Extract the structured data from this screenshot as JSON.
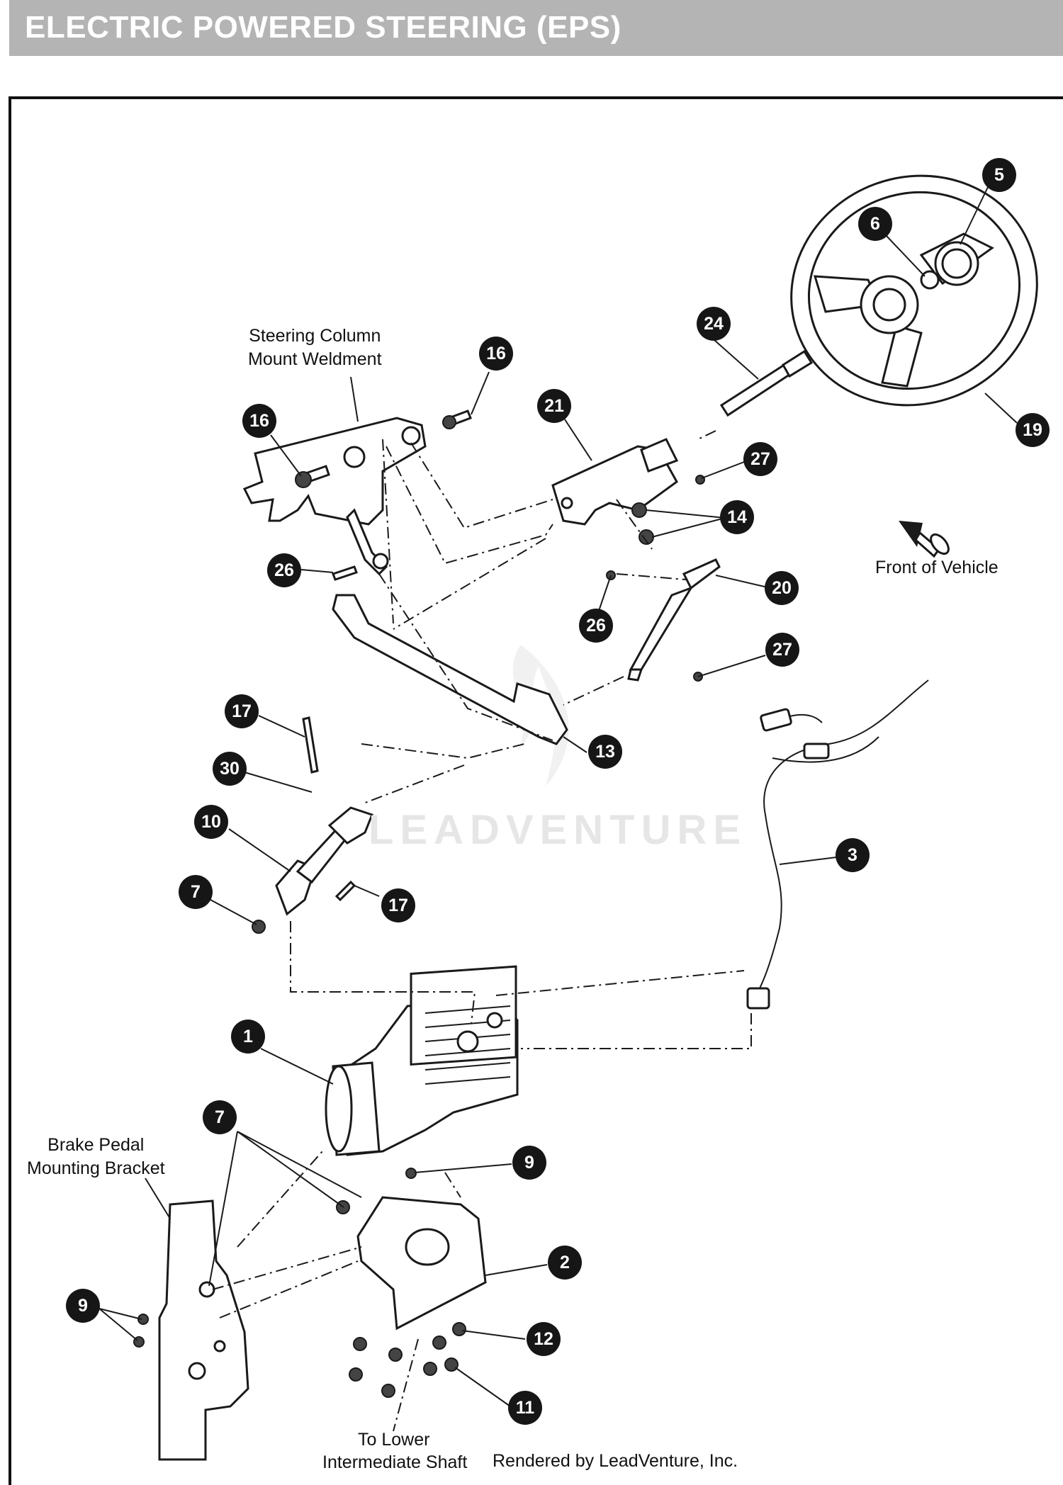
{
  "header": {
    "title": "ELECTRIC POWERED STEERING (EPS)"
  },
  "labels": {
    "steering_column_mount_line1": "Steering Column",
    "steering_column_mount_line2": "Mount Weldment",
    "front_of_vehicle": "Front of Vehicle",
    "brake_pedal_line1": "Brake Pedal",
    "brake_pedal_line2": "Mounting Bracket",
    "to_lower_line1": "To Lower",
    "to_lower_line2": "Intermediate Shaft"
  },
  "watermark": "LEADVENTURE",
  "credit": "Rendered by LeadVenture, Inc.",
  "callouts": [
    "5",
    "6",
    "24",
    "16",
    "16",
    "21",
    "27",
    "19",
    "14",
    "26",
    "20",
    "26",
    "27",
    "17",
    "30",
    "13",
    "10",
    "7",
    "17",
    "3",
    "1",
    "7",
    "9",
    "2",
    "9",
    "12",
    "11"
  ]
}
